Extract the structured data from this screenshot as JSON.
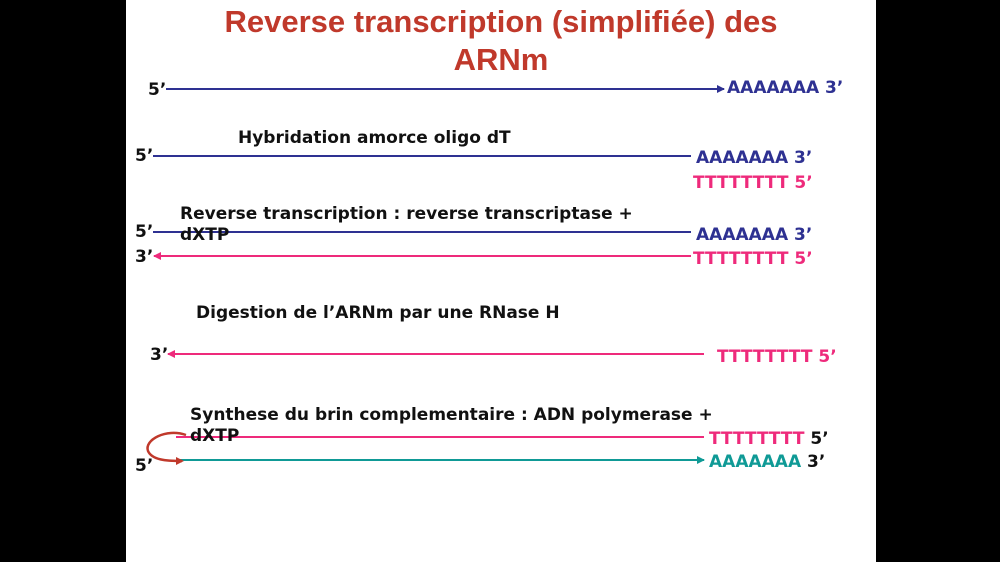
{
  "title_line1": "Reverse transcription (simplifiée) des",
  "title_line2": "ARNm",
  "row1": {
    "left": "5’",
    "right": "AAAAAAA 3’"
  },
  "step1": {
    "label": "Hybridation amorce oligo dT",
    "top_left": "5’",
    "top_right": "AAAAAAA 3’",
    "bottom_right": "TTTTTTTT 5’"
  },
  "step2": {
    "label_line1": "Reverse transcription : reverse transcriptase +",
    "label_line2": "dXTP",
    "top_left": "5’",
    "top_right": "AAAAAAA 3’",
    "bottom_left": "3’",
    "bottom_right": "TTTTTTTT 5’"
  },
  "step3": {
    "label": "Digestion de l’ARNm par une RNase H",
    "left": "3’",
    "right": "TTTTTTTT 5’"
  },
  "step4": {
    "label_line1": "Synthese du brin complementaire : ADN polymerase +",
    "label_line2": "dXTP",
    "top_right_seq": "TTTTTTTT",
    "top_right_end": " 5’",
    "bottom_left": "5’",
    "bottom_right_seq": "AAAAAAA",
    "bottom_right_end": " 3’"
  },
  "colors": {
    "title": "#c0392b",
    "mrna": "#2e3192",
    "cdna": "#ee2a7b",
    "second_strand": "#0f9a96",
    "hairpin": "#c0392b"
  }
}
